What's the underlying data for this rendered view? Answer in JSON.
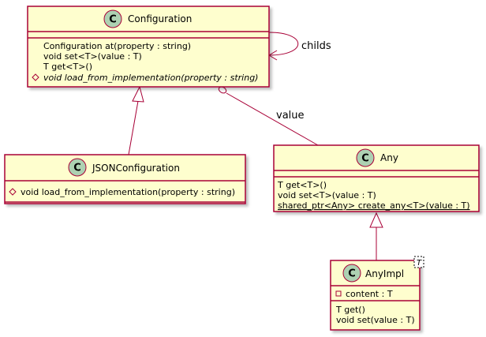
{
  "classes": {
    "configuration": {
      "name": "Configuration",
      "methods": [
        "Configuration at(property : string)",
        "void set<T>(value : T)",
        "T get<T>()",
        "void load_from_implementation(property : string)"
      ]
    },
    "json_configuration": {
      "name": "JSONConfiguration",
      "methods": [
        "void load_from_implementation(property : string)"
      ]
    },
    "any": {
      "name": "Any",
      "methods": [
        "T get<T>()",
        "void set<T>(value : T)",
        "shared_ptr<Any> create_any<T>(value : T)"
      ]
    },
    "any_impl": {
      "name": "AnyImpl",
      "template_param": "T",
      "fields": [
        "content : T"
      ],
      "methods": [
        "T get()",
        "void set(value : T)"
      ]
    }
  },
  "relations": {
    "childs_label": "childs",
    "value_label": "value"
  },
  "stereotype_letter": "C",
  "colors": {
    "class_fill": "#FEFECE",
    "border": "#A80036",
    "circle": "#ADD1B2"
  }
}
